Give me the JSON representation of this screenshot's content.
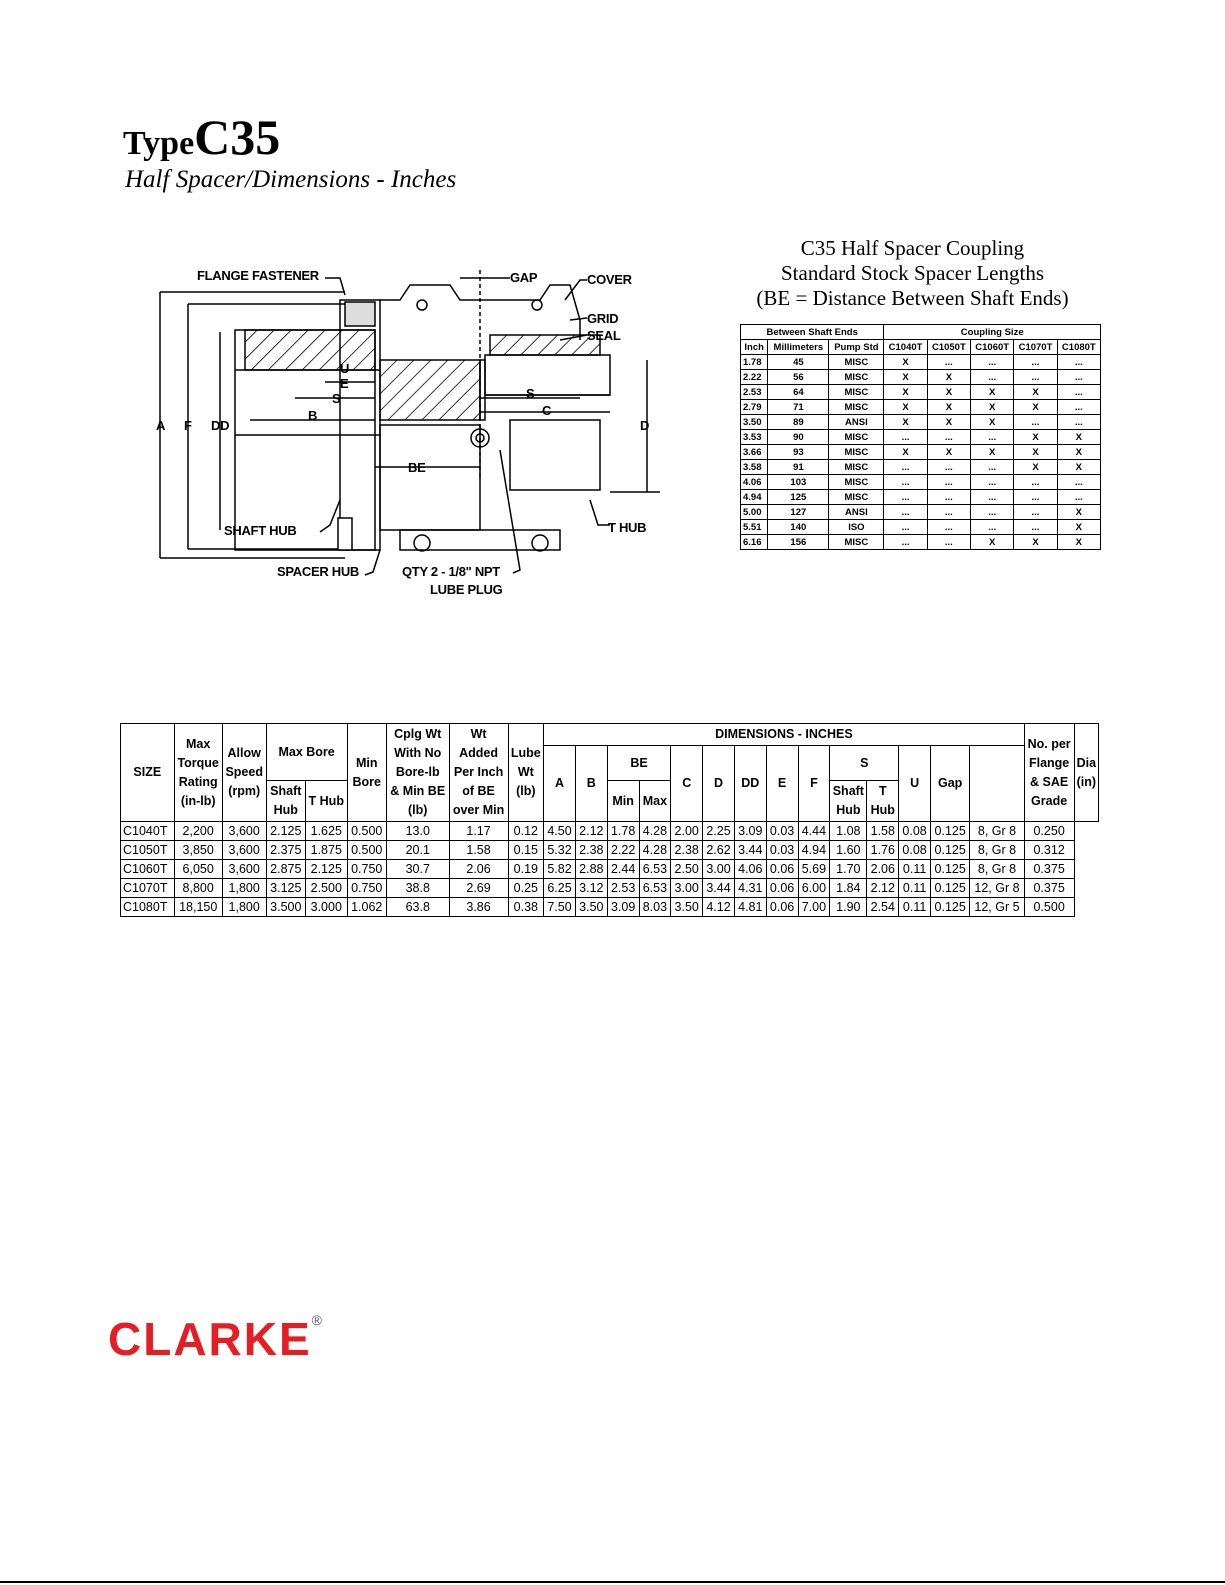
{
  "header": {
    "type_word": "Type",
    "model": "C35",
    "subtitle": "Half  Spacer/Dimensions - Inches"
  },
  "drawing_labels": {
    "flange_fastener": "FLANGE FASTENER",
    "gap": "GAP",
    "cover": "COVER",
    "grid": "GRID",
    "seal": "SEAL",
    "u": "U",
    "e": "E",
    "s": "S",
    "b": "B",
    "c": "C",
    "a": "A",
    "f": "F",
    "dd": "DD",
    "d": "D",
    "be": "BE",
    "shaft_hub": "SHAFT HUB",
    "t_hub": "T HUB",
    "spacer_hub": "SPACER HUB",
    "lube_plug_qty": "QTY 2 - 1/8\" NPT",
    "lube_plug": "LUBE PLUG"
  },
  "spacer_section": {
    "title_line1": "C35 Half Spacer Coupling",
    "title_line2": "Standard Stock Spacer Lengths",
    "title_line3": "(BE = Distance Between Shaft Ends)",
    "group_headers": [
      "Between Shaft Ends",
      "Coupling Size"
    ],
    "columns": [
      "Inch",
      "Millimeters",
      "Pump Std",
      "C1040T",
      "C1050T",
      "C1060T",
      "C1070T",
      "C1080T"
    ],
    "rows": [
      [
        "1.78",
        "45",
        "MISC",
        "X",
        "...",
        "...",
        "...",
        "..."
      ],
      [
        "2.22",
        "56",
        "MISC",
        "X",
        "X",
        "...",
        "...",
        "..."
      ],
      [
        "2.53",
        "64",
        "MISC",
        "X",
        "X",
        "X",
        "X",
        "..."
      ],
      [
        "2.79",
        "71",
        "MISC",
        "X",
        "X",
        "X",
        "X",
        "..."
      ],
      [
        "3.50",
        "89",
        "ANSI",
        "X",
        "X",
        "X",
        "...",
        "..."
      ],
      [
        "3.53",
        "90",
        "MISC",
        "...",
        "...",
        "...",
        "X",
        "X"
      ],
      [
        "3.66",
        "93",
        "MISC",
        "X",
        "X",
        "X",
        "X",
        "X"
      ],
      [
        "3.58",
        "91",
        "MISC",
        "...",
        "...",
        "...",
        "X",
        "X"
      ],
      [
        "4.06",
        "103",
        "MISC",
        "...",
        "...",
        "...",
        "...",
        "..."
      ],
      [
        "4.94",
        "125",
        "MISC",
        "...",
        "...",
        "...",
        "...",
        "..."
      ],
      [
        "5.00",
        "127",
        "ANSI",
        "...",
        "...",
        "...",
        "...",
        "X"
      ],
      [
        "5.51",
        "140",
        "ISO",
        "...",
        "...",
        "...",
        "...",
        "X"
      ],
      [
        "6.16",
        "156",
        "MISC",
        "...",
        "...",
        "X",
        "X",
        "X"
      ]
    ]
  },
  "main_table": {
    "h_size": "SIZE",
    "h_torque": [
      "Max",
      "Torque",
      "Rating",
      "(in-lb)"
    ],
    "h_speed": [
      "Allow",
      "Speed",
      "(rpm)"
    ],
    "h_maxbore": "Max Bore",
    "h_shafthub": [
      "Shaft",
      "Hub"
    ],
    "h_thub": "T Hub",
    "h_minbore": [
      "Min",
      "Bore"
    ],
    "h_cplgwt": [
      "Cplg Wt",
      "With No",
      "Bore-lb",
      "& Min BE",
      "(lb)"
    ],
    "h_wtadded": [
      "Wt",
      "Added",
      "Per Inch",
      "of BE",
      "over Min"
    ],
    "h_lube": [
      "Lube",
      "Wt",
      "(lb)"
    ],
    "h_dimensions": "DIMENSIONS - INCHES",
    "h_a": "A",
    "h_b": "B",
    "h_be": "BE",
    "h_min": "Min",
    "h_max": "Max",
    "h_c": "C",
    "h_d": "D",
    "h_dd": "DD",
    "h_e": "E",
    "h_f": "F",
    "h_s": "S",
    "h_s_shaft": [
      "Shaft",
      "Hub"
    ],
    "h_s_t": [
      "T",
      "Hub"
    ],
    "h_u": "U",
    "h_gap": "Gap",
    "h_flange": [
      "No. per",
      "Flange",
      "& SAE",
      "Grade"
    ],
    "h_dia": [
      "Dia",
      "(in)"
    ],
    "rows": [
      [
        "C1040T",
        "2,200",
        "3,600",
        "2.125",
        "1.625",
        "0.500",
        "13.0",
        "1.17",
        "0.12",
        "4.50",
        "2.12",
        "1.78",
        "4.28",
        "2.00",
        "2.25",
        "3.09",
        "0.03",
        "4.44",
        "1.08",
        "1.58",
        "0.08",
        "0.125",
        "8, Gr 8",
        "0.250"
      ],
      [
        "C1050T",
        "3,850",
        "3,600",
        "2.375",
        "1.875",
        "0.500",
        "20.1",
        "1.58",
        "0.15",
        "5.32",
        "2.38",
        "2.22",
        "4.28",
        "2.38",
        "2.62",
        "3.44",
        "0.03",
        "4.94",
        "1.60",
        "1.76",
        "0.08",
        "0.125",
        "8, Gr 8",
        "0.312"
      ],
      [
        "C1060T",
        "6,050",
        "3,600",
        "2.875",
        "2.125",
        "0.750",
        "30.7",
        "2.06",
        "0.19",
        "5.82",
        "2.88",
        "2.44",
        "6.53",
        "2.50",
        "3.00",
        "4.06",
        "0.06",
        "5.69",
        "1.70",
        "2.06",
        "0.11",
        "0.125",
        "8, Gr 8",
        "0.375"
      ],
      [
        "C1070T",
        "8,800",
        "1,800",
        "3.125",
        "2.500",
        "0.750",
        "38.8",
        "2.69",
        "0.25",
        "6.25",
        "3.12",
        "2.53",
        "6.53",
        "3.00",
        "3.44",
        "4.31",
        "0.06",
        "6.00",
        "1.84",
        "2.12",
        "0.11",
        "0.125",
        "12, Gr 8",
        "0.375"
      ],
      [
        "C1080T",
        "18,150",
        "1,800",
        "3.500",
        "3.000",
        "1.062",
        "63.8",
        "3.86",
        "0.38",
        "7.50",
        "3.50",
        "3.09",
        "8.03",
        "3.50",
        "4.12",
        "4.81",
        "0.06",
        "7.00",
        "1.90",
        "2.54",
        "0.11",
        "0.125",
        "12, Gr 5",
        "0.500"
      ]
    ]
  },
  "footer": {
    "logo_text": "CLARKE",
    "registered": "®",
    "logo_color": "#e31e24"
  }
}
